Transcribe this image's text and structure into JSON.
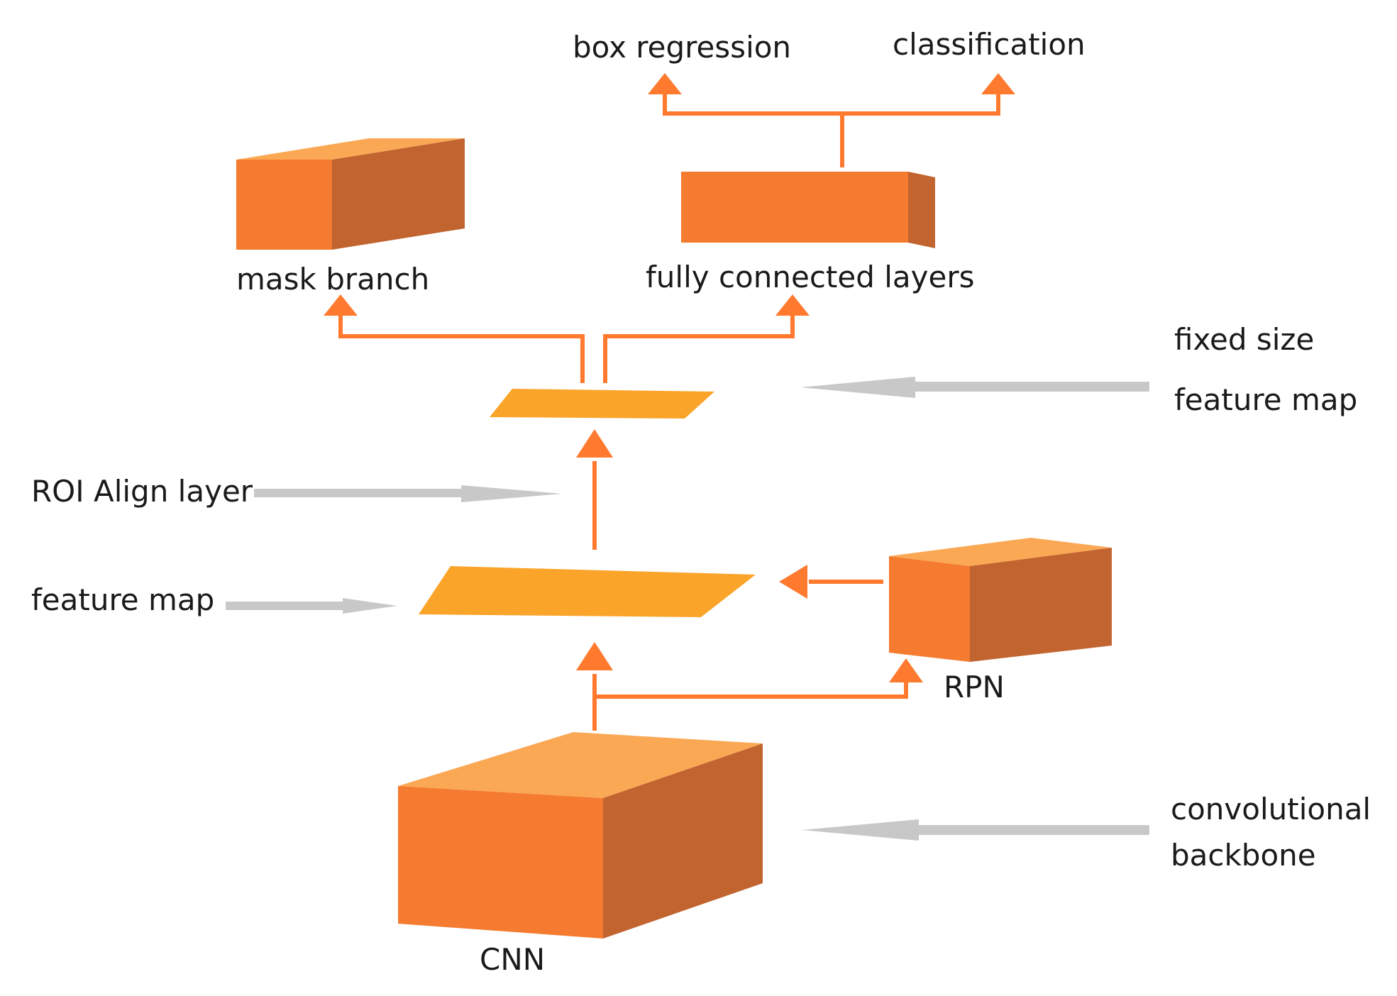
{
  "labels": {
    "box_regression": "box regression",
    "classification": "classification",
    "mask_branch": "mask branch",
    "fully_connected_layers": "fully connected layers",
    "fixed_size": "fixed size",
    "feature_map_fixed": "feature map",
    "roi_align_layer": "ROI Align layer",
    "feature_map": "feature map",
    "rpn": "RPN",
    "convolutional": "convolutional",
    "backbone": "backbone",
    "cnn": "CNN"
  },
  "colors": {
    "arrow_orange": "#FF7A2E",
    "box_front": "#F47B30",
    "box_top": "#FBA855",
    "box_side": "#C2642F",
    "feature_plane": "#FBA42A",
    "pointer_gray": "#C8C8C8",
    "text": "#1a1a1a"
  }
}
